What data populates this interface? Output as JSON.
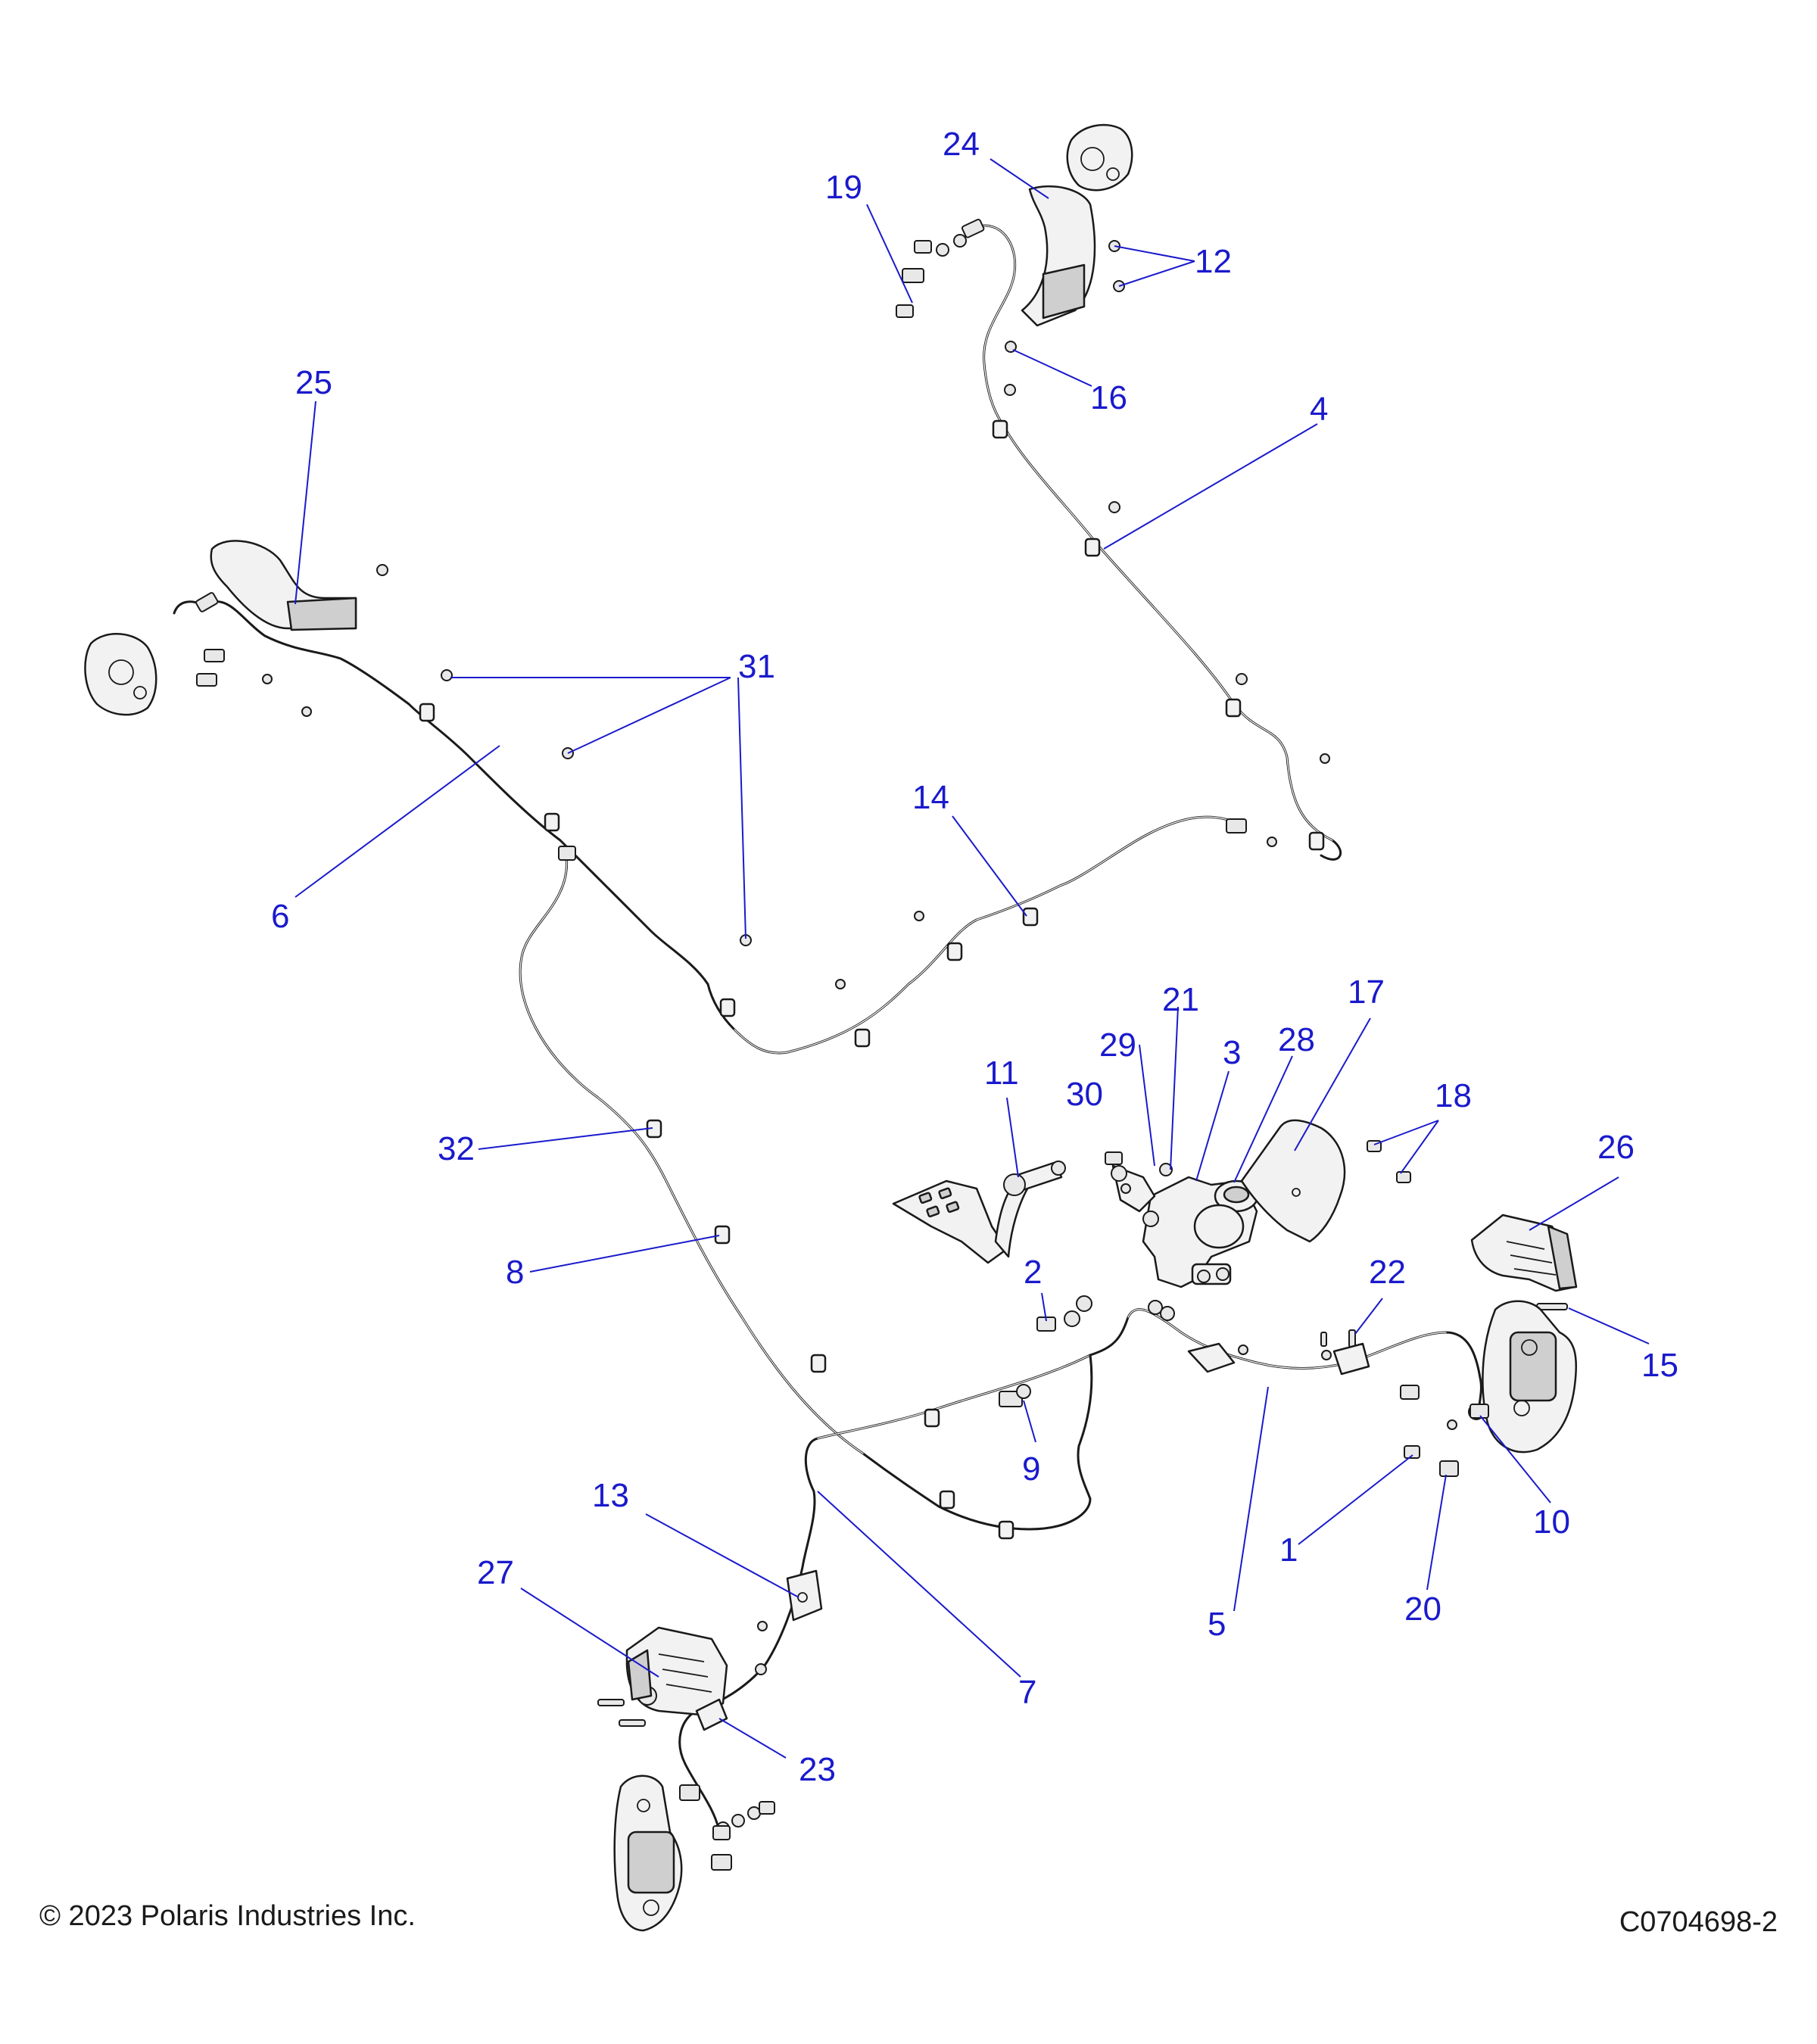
{
  "callouts": [
    "1",
    "2",
    "3",
    "4",
    "5",
    "6",
    "7",
    "8",
    "9",
    "10",
    "11",
    "12",
    "13",
    "14",
    "15",
    "16",
    "17",
    "18",
    "19",
    "20",
    "21",
    "22",
    "23",
    "24",
    "25",
    "26",
    "27",
    "28",
    "29",
    "30",
    "31",
    "32"
  ],
  "footer": {
    "copyright": "© 2023 Polaris Industries Inc.",
    "drawing_number": "C0704698-2"
  }
}
